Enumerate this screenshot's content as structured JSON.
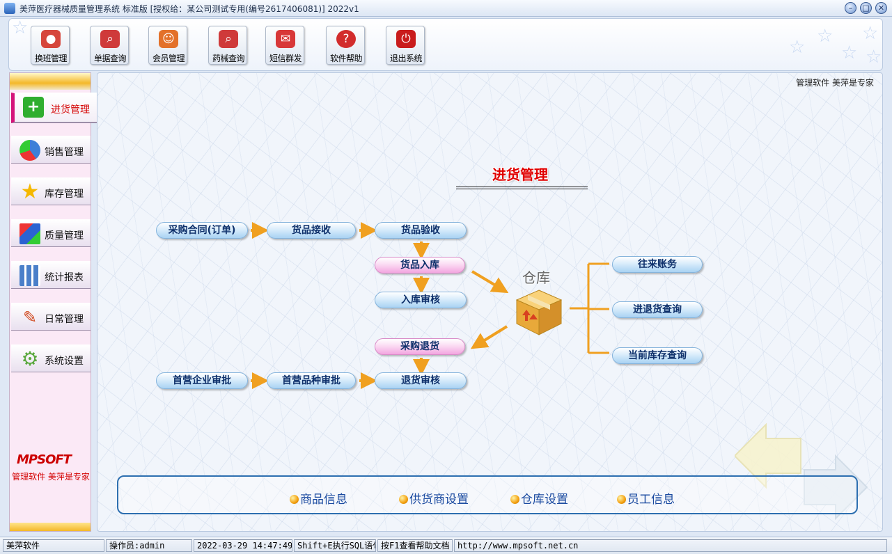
{
  "window": {
    "title": "美萍医疗器械质量管理系统 标准版 [授权给：某公司测试专用(编号2617406081)]   2022v1",
    "min_glyph": "–",
    "max_glyph": "□",
    "close_glyph": "✕"
  },
  "toolbar": {
    "items": [
      {
        "label": "换班管理",
        "icon": "shift-users-icon",
        "color": "#d6463b"
      },
      {
        "label": "单据查询",
        "icon": "search-document-icon",
        "color": "#cf3a3a"
      },
      {
        "label": "会员管理",
        "icon": "member-icon",
        "color": "#e3712a"
      },
      {
        "label": "药械查询",
        "icon": "search-icon",
        "color": "#cf3a3a"
      },
      {
        "label": "短信群发",
        "icon": "envelope-icon",
        "color": "#d83838"
      },
      {
        "label": "软件帮助",
        "icon": "help-icon",
        "color": "#d22c2c"
      },
      {
        "label": "退出系统",
        "icon": "power-icon",
        "color": "#c91c1c"
      }
    ]
  },
  "sidebar": {
    "items": [
      {
        "label": "进货管理",
        "icon": "plus-icon",
        "color": "#2fae2f",
        "active": true
      },
      {
        "label": "销售管理",
        "icon": "pie-chart-icon",
        "color": "#3d7fd8"
      },
      {
        "label": "库存管理",
        "icon": "star-icon",
        "color": "#f5b800"
      },
      {
        "label": "质量管理",
        "icon": "cubes-icon",
        "color": "#2b63d1"
      },
      {
        "label": "统计报表",
        "icon": "bar-chart-icon",
        "color": "#4a7fc9"
      },
      {
        "label": "日常管理",
        "icon": "pencil-icon",
        "color": "#d14a1f"
      },
      {
        "label": "系统设置",
        "icon": "gear-icon",
        "color": "#5aa83d"
      }
    ],
    "brand": "MPSOFT",
    "brand_sub": "管理软件 美萍是专家"
  },
  "main": {
    "slogan": "管理软件  美萍是专家",
    "title": "进货管理",
    "warehouse_label": "仓库",
    "flow": {
      "purchase_contract": "采购合同(订单)",
      "goods_receive": "货品接收",
      "goods_inspect": "货品验收",
      "goods_inbound": "货品入库",
      "inbound_audit": "入库审核",
      "purchase_return": "采购退货",
      "return_audit": "退货审核",
      "first_supplier_audit": "首营企业审批",
      "first_product_audit": "首营品种审批",
      "accounts": "往来账务",
      "in_return_query": "进退货查询",
      "stock_query": "当前库存查询"
    },
    "bottom_links": [
      "商品信息",
      "供货商设置",
      "仓库设置",
      "员工信息"
    ]
  },
  "status": {
    "company": "美萍软件",
    "operator": "操作员:admin",
    "datetime": "2022-03-29 14:47:49",
    "sql_hint": "Shift+E执行SQL语句",
    "help_hint": "按F1查看帮助文档",
    "url": "http://www.mpsoft.net.cn"
  },
  "colors": {
    "flow_arrow": "#f0a020",
    "title_red": "#e00000",
    "panel_border": "#2d6fb0"
  }
}
